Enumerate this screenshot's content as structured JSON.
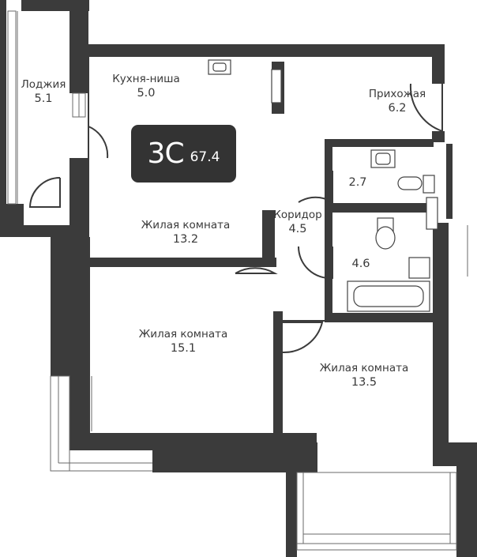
{
  "apartment": {
    "type": "3С",
    "total_area": "67.4"
  },
  "rooms": [
    {
      "id": "loggia",
      "name": "Лоджия",
      "area": "5.1"
    },
    {
      "id": "kitchen",
      "name": "Кухня-ниша",
      "area": "5.0"
    },
    {
      "id": "hallway",
      "name": "Прихожая",
      "area": "6.2"
    },
    {
      "id": "wc",
      "name": "",
      "area": "2.7"
    },
    {
      "id": "corridor",
      "name": "Коридор",
      "area": "4.5"
    },
    {
      "id": "bathroom",
      "name": "",
      "area": "4.6"
    },
    {
      "id": "living1",
      "name": "Жилая комната",
      "area": "13.2"
    },
    {
      "id": "living2",
      "name": "Жилая комната",
      "area": "15.1"
    },
    {
      "id": "living3",
      "name": "Жилая комната",
      "area": "13.5"
    }
  ]
}
